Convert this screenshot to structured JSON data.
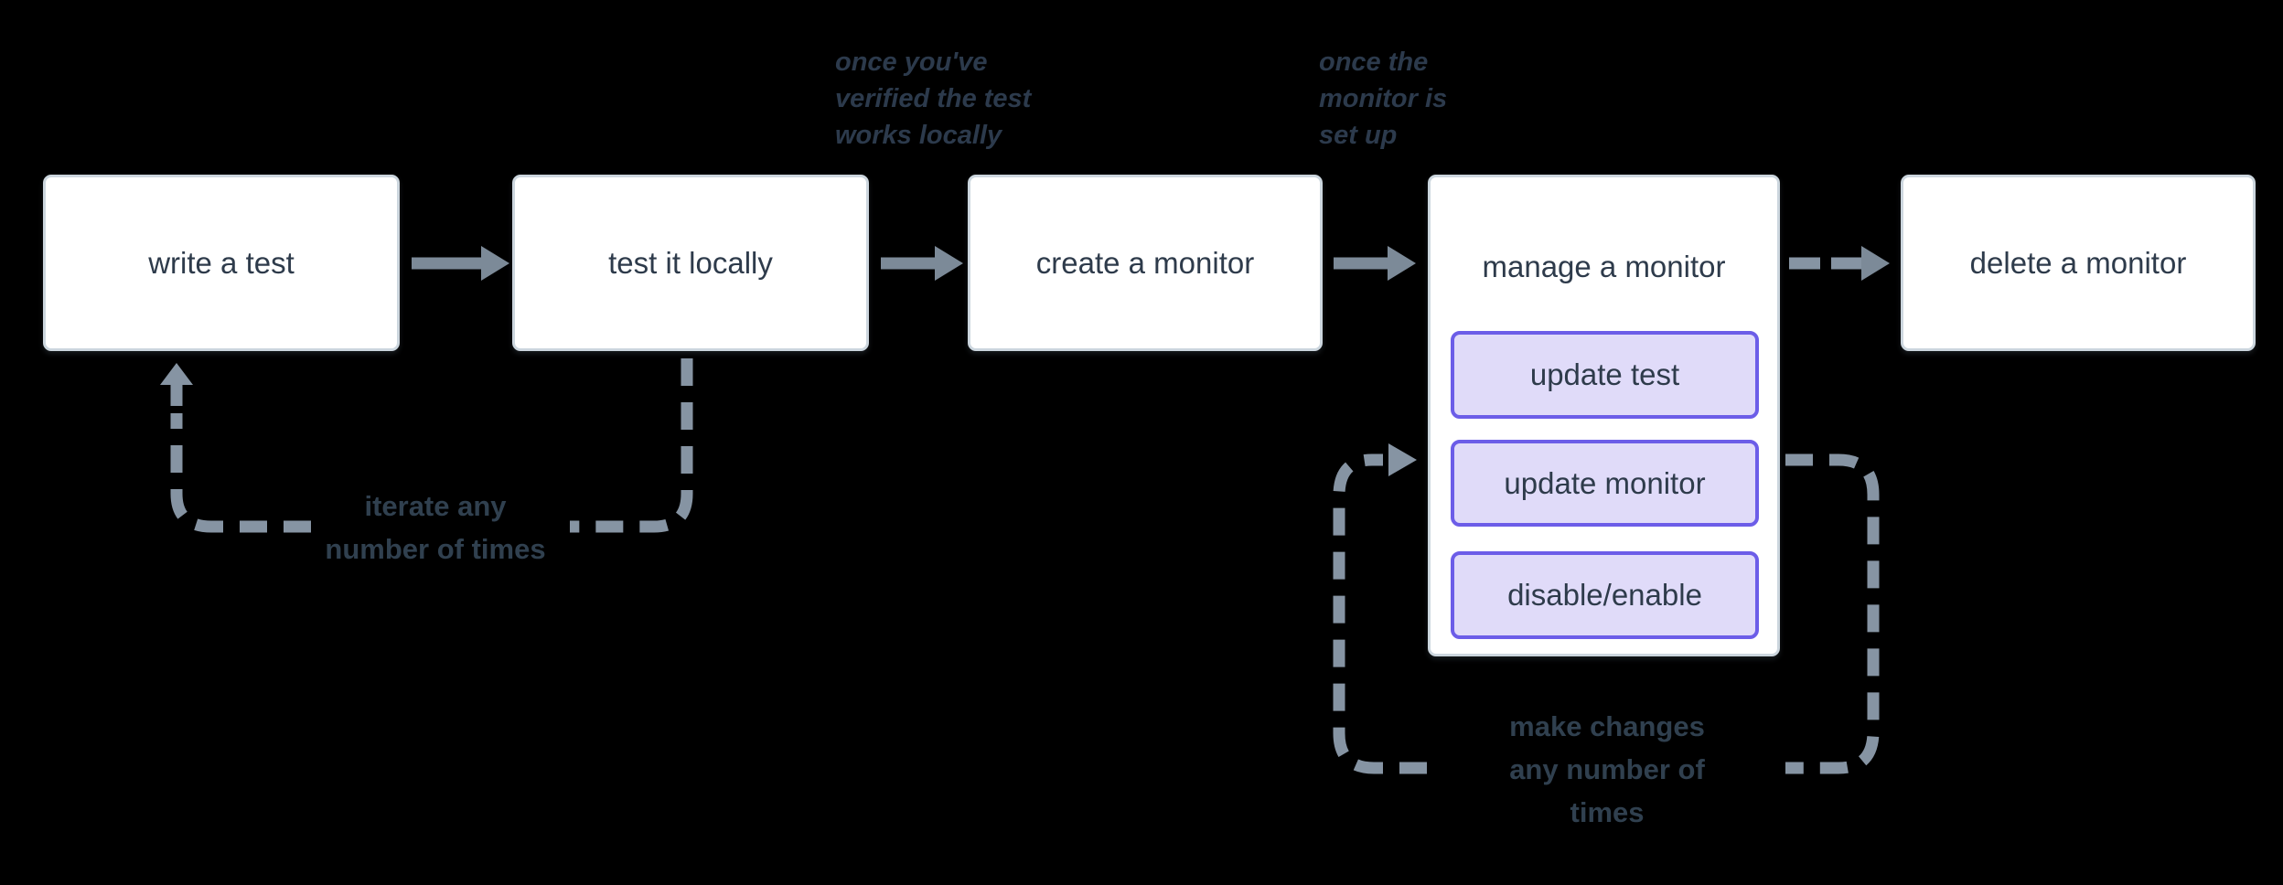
{
  "palette": {
    "background": "#000000",
    "node_fill": "#ffffff",
    "node_border": "#ccd6de",
    "node_text": "#2e3b4b",
    "arrow": "#7c8a98",
    "dashed": "#8694a3",
    "accent_border": "#6c5de8",
    "accent_fill": "#e0dbf9",
    "annotation_text": "#2c3a4c",
    "label_text": "#30404f"
  },
  "nodes": [
    {
      "id": "write-test",
      "label": "write a test"
    },
    {
      "id": "test-locally",
      "label": "test it locally"
    },
    {
      "id": "create-monitor",
      "label": "create a monitor"
    },
    {
      "id": "manage-monitor",
      "label": "manage a monitor",
      "children": [
        {
          "id": "update-test",
          "label": "update test"
        },
        {
          "id": "update-monitor",
          "label": "update monitor"
        },
        {
          "id": "disable-enable",
          "label": "disable/enable"
        }
      ]
    },
    {
      "id": "delete-monitor",
      "label": "delete a monitor"
    }
  ],
  "annotations": [
    {
      "id": "once-verified",
      "lines": [
        "once you've",
        "verified the test",
        "works locally"
      ]
    },
    {
      "id": "once-set-up",
      "lines": [
        "once the",
        "monitor is",
        "set up"
      ]
    }
  ],
  "loop_labels": [
    {
      "id": "iterate-loop",
      "lines": [
        "iterate any",
        "number of times"
      ]
    },
    {
      "id": "make-changes-loop",
      "lines": [
        "make changes",
        "any number of",
        "times"
      ]
    }
  ]
}
